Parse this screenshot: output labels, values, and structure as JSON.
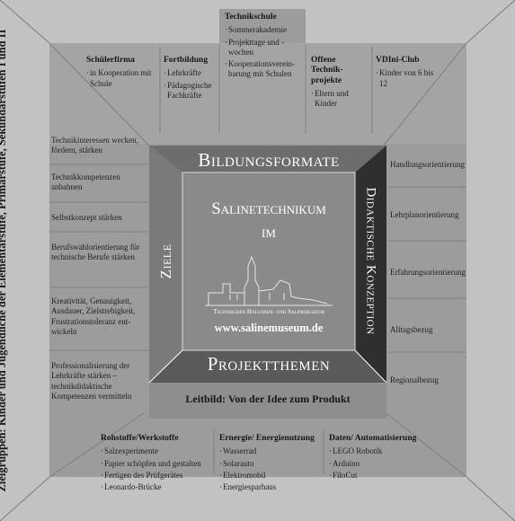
{
  "top": {
    "title": "Technikschule",
    "items": [
      "Sommerakademie",
      "Projekttage und -wochen",
      "Kooperationsverein- barung mit Schulen"
    ]
  },
  "top_columns": [
    {
      "title": "Schülerfirma",
      "items": [
        "in Kooperation mit Schule"
      ]
    },
    {
      "title": "Fortbildung",
      "items": [
        "Lehrkräfte",
        "Pädagogische Fachkräfte"
      ]
    },
    {
      "title": "Offene Technik- projekte",
      "items": [
        "Eltern und Kinder"
      ]
    },
    {
      "title": "VDIni-Club",
      "items": [
        "Kinder von 6 bis 12"
      ]
    }
  ],
  "left_outer": "Zielgruppen: Kinder und Jugendliche der Elementarstufe, Primarstufe, Sekundarstufen I und II",
  "left_items": [
    "Technikinteressen wecken, fördern, stärken",
    "Technikkompetenzen anbahnen",
    "Selbstkonzept stärken",
    "Berufswahlorientierung für technische Berufe stärken",
    "Kreativität, Genauigkeit, Ausdauer, Zielstrebigkeit, Frustrationstoleranz ent- wickeln",
    "Professionalisierung der Lehrkräfte stärken – technikdidaktische Kompetenzen vermitteln"
  ],
  "right_items": [
    "Handlungsorientierung",
    "Lehrplanorientierung",
    "Erfahrungsorientierung",
    "Alltagsbezug",
    "Regionalbezug"
  ],
  "bands": {
    "top": "Bildungsformate",
    "bottom": "Projektthemen",
    "left": "Ziele",
    "right": "Didaktische Konzeption"
  },
  "center": {
    "title_line1": "Salinetechnikum",
    "title_line2": "im",
    "museum_caption": "Technischen Halloren- und Salinemuseum",
    "url": "www.salinemuseum.de"
  },
  "leitbild": "Leitbild: Von der Idee zum Produkt",
  "bottom_columns": [
    {
      "title": "Rohstoffe/Werkstoffe",
      "items": [
        "Salzexperimente",
        "Papier schöpfen und gestalten",
        "Fertigen des Prüfgerätes",
        "Leonardo-Brücke"
      ]
    },
    {
      "title": "Ernergie/ Energienutzung",
      "items": [
        "Wasserrad",
        "Solarauto",
        "Elektromobil",
        "Energiesparhaus"
      ]
    },
    {
      "title": "Daten/ Automatisierung",
      "items": [
        "LEGO Robotik",
        "Arduino",
        "FiloCut"
      ]
    }
  ],
  "colors": {
    "outer": "#c2c2c2",
    "panel": "#9c9c9c",
    "panel_light": "#b5b5b5",
    "band": "#6d6d6d",
    "band_dark": "#2f2f2f",
    "center": "#8a8a8a"
  }
}
